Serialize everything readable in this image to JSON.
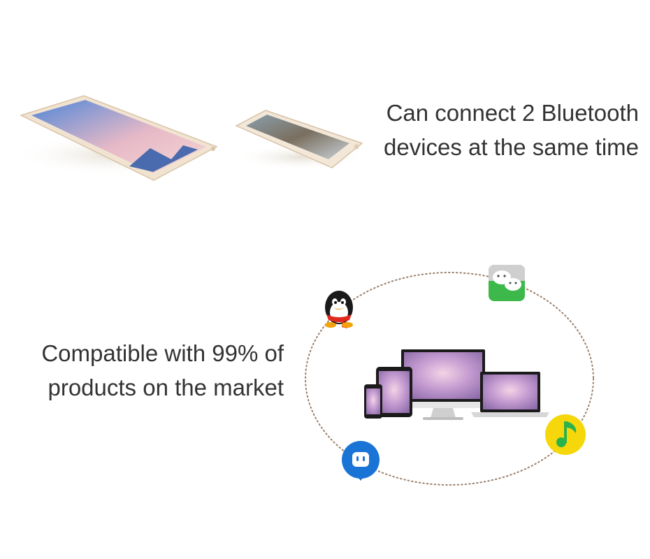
{
  "section_dual_connect": {
    "line1": "Can connect 2 Bluetooth",
    "line2": "devices at the same time"
  },
  "section_compat": {
    "line1": "Compatible with 99% of",
    "line2": "products on the market"
  },
  "app_icons": [
    "qq-penguin-icon",
    "wechat-icon",
    "qq-music-icon",
    "chat-bubble-app-icon"
  ],
  "colors": {
    "text": "#333333",
    "device_gold": "#e9d7c0",
    "wechat_green": "#3db84a",
    "qq_music_yellow": "#f5d70c",
    "qq_music_green": "#2ab34a",
    "chat_app_blue": "#1a74d6",
    "screen_purple": "#b38bc8"
  }
}
